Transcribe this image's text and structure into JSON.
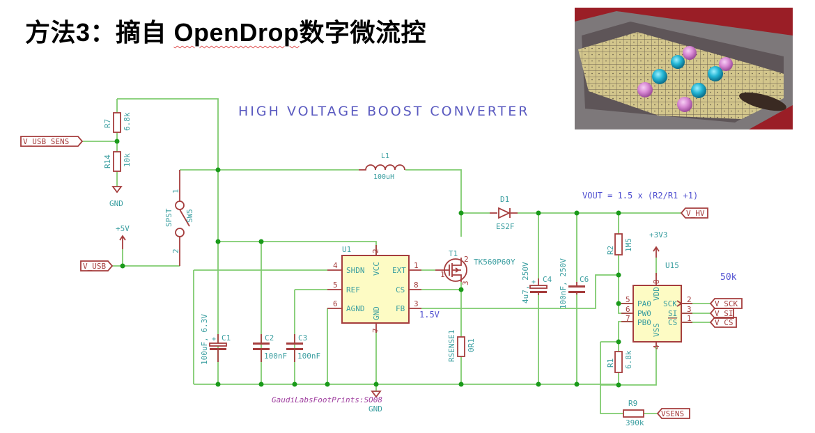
{
  "slide": {
    "title_prefix": "方法3：摘自 ",
    "title_brand": "OpenDrop",
    "title_suffix": "数字微流控"
  },
  "photo": {
    "description": "OpenDrop digital microfluidics electrode board with pink and blue droplets"
  },
  "schematic": {
    "heading": "HIGH VOLTAGE BOOST CONVERTER",
    "formula": "VOUT = 1.5 x (R2/R1 +1)",
    "annotation_50k": "50k",
    "fb_voltage": "1.5V",
    "footprint": "GaudiLabsFootPrints:SO08",
    "labels": {
      "v_usb_sens": "V_USB_SENS",
      "v_usb": "V_USB",
      "v_hv": "V_HV",
      "v_sck": "V_SCK",
      "v_si": "V_SI",
      "v_cs": "V_CS",
      "vsens": "VSENS"
    },
    "power": {
      "gnd": "GND",
      "p5v": "+5V",
      "p3v3": "+3V3"
    },
    "components": {
      "r7": {
        "ref": "R7",
        "value": "6.8k"
      },
      "r14": {
        "ref": "R14",
        "value": "10k"
      },
      "sw5": {
        "ref": "SW5",
        "value": "SPST",
        "pin1": "1",
        "pin2": "2"
      },
      "l1": {
        "ref": "L1",
        "value": "100uH"
      },
      "d1": {
        "ref": "D1",
        "value": "ES2F"
      },
      "t1": {
        "ref": "T1",
        "value": "TK560P60Y",
        "pin1": "1",
        "pin2": "2",
        "pin3": "3"
      },
      "c1": {
        "ref": "C1",
        "value": "100uF, 6.3V"
      },
      "c2": {
        "ref": "C2",
        "value": "100nF"
      },
      "c3": {
        "ref": "C3",
        "value": "100nF"
      },
      "c4": {
        "ref": "C4",
        "value": "4u7, 250V"
      },
      "c6": {
        "ref": "C6",
        "value": "100nF, 250V"
      },
      "rsense1": {
        "ref": "RSENSE1",
        "value": "0R1"
      },
      "r2": {
        "ref": "R2",
        "value": "1M5"
      },
      "r1": {
        "ref": "R1",
        "value": "6.8k"
      },
      "r9": {
        "ref": "R9",
        "value": "390k"
      },
      "u1": {
        "ref": "U1",
        "pins": [
          {
            "num": "4",
            "name": "SHDN"
          },
          {
            "num": "5",
            "name": "REF"
          },
          {
            "num": "6",
            "name": "AGND"
          },
          {
            "num": "2",
            "name": "VCC"
          },
          {
            "num": "7",
            "name": "GND"
          },
          {
            "num": "1",
            "name": "EXT"
          },
          {
            "num": "8",
            "name": "CS"
          },
          {
            "num": "3",
            "name": "FB"
          }
        ]
      },
      "u15": {
        "ref": "U15",
        "pins": [
          {
            "num": "5",
            "name": "PA0"
          },
          {
            "num": "6",
            "name": "PW0"
          },
          {
            "num": "7",
            "name": "PB0"
          },
          {
            "num": "8",
            "name": "VDD"
          },
          {
            "num": "4",
            "name": "VSS"
          },
          {
            "num": "2",
            "name": "SCK"
          },
          {
            "num": "3",
            "name": "SI"
          },
          {
            "num": "1",
            "name": "CS"
          }
        ]
      }
    }
  }
}
